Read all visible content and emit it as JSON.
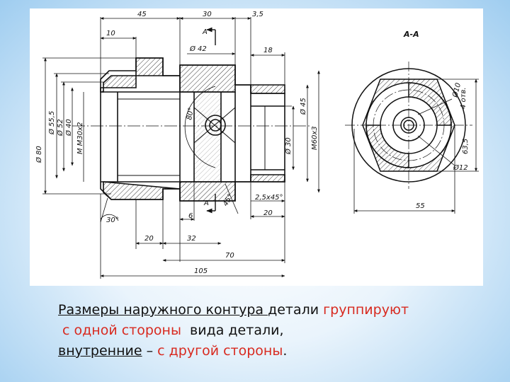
{
  "drawing": {
    "section_title": "А-А",
    "section_mark": "А",
    "dims": {
      "d45": "45",
      "d30": "30",
      "d35": "3,5",
      "d10": "10",
      "d18": "18",
      "phi42": "Ø 42",
      "d555": "Ø 55,5",
      "phi52": "Ø 52",
      "phi40": "Ø 40",
      "m30": "M M30x2",
      "phi80": "Ø 80",
      "phi30": "Ø 30",
      "phi45": "Ø 45",
      "m60": "M60x3",
      "a80": "80°",
      "a45": "45°",
      "a30": "30°",
      "chamfer": "2,5x45°",
      "d6": "6",
      "d20a": "20",
      "d20b": "20",
      "d32": "32",
      "d70": "70",
      "d105": "105",
      "d55": "55",
      "phi10": "Ø10",
      "otv": "4 отв.",
      "d635": "63,5",
      "phi12": "Ø12"
    }
  },
  "caption": {
    "line1": [
      {
        "text": "Размеры наружного контура ",
        "style": "u"
      },
      {
        "text": "детали ",
        "style": ""
      },
      {
        "text": "группируют",
        "style": "red"
      }
    ],
    "line2": [
      {
        "text": " с одной стороны ",
        "style": "red"
      },
      {
        "text": " вида детали,",
        "style": ""
      }
    ],
    "line3": [
      {
        "text": "внутренние",
        "style": "u"
      },
      {
        "text": " – ",
        "style": ""
      },
      {
        "text": "с другой стороны",
        "style": "red"
      },
      {
        "text": ".",
        "style": ""
      }
    ]
  }
}
